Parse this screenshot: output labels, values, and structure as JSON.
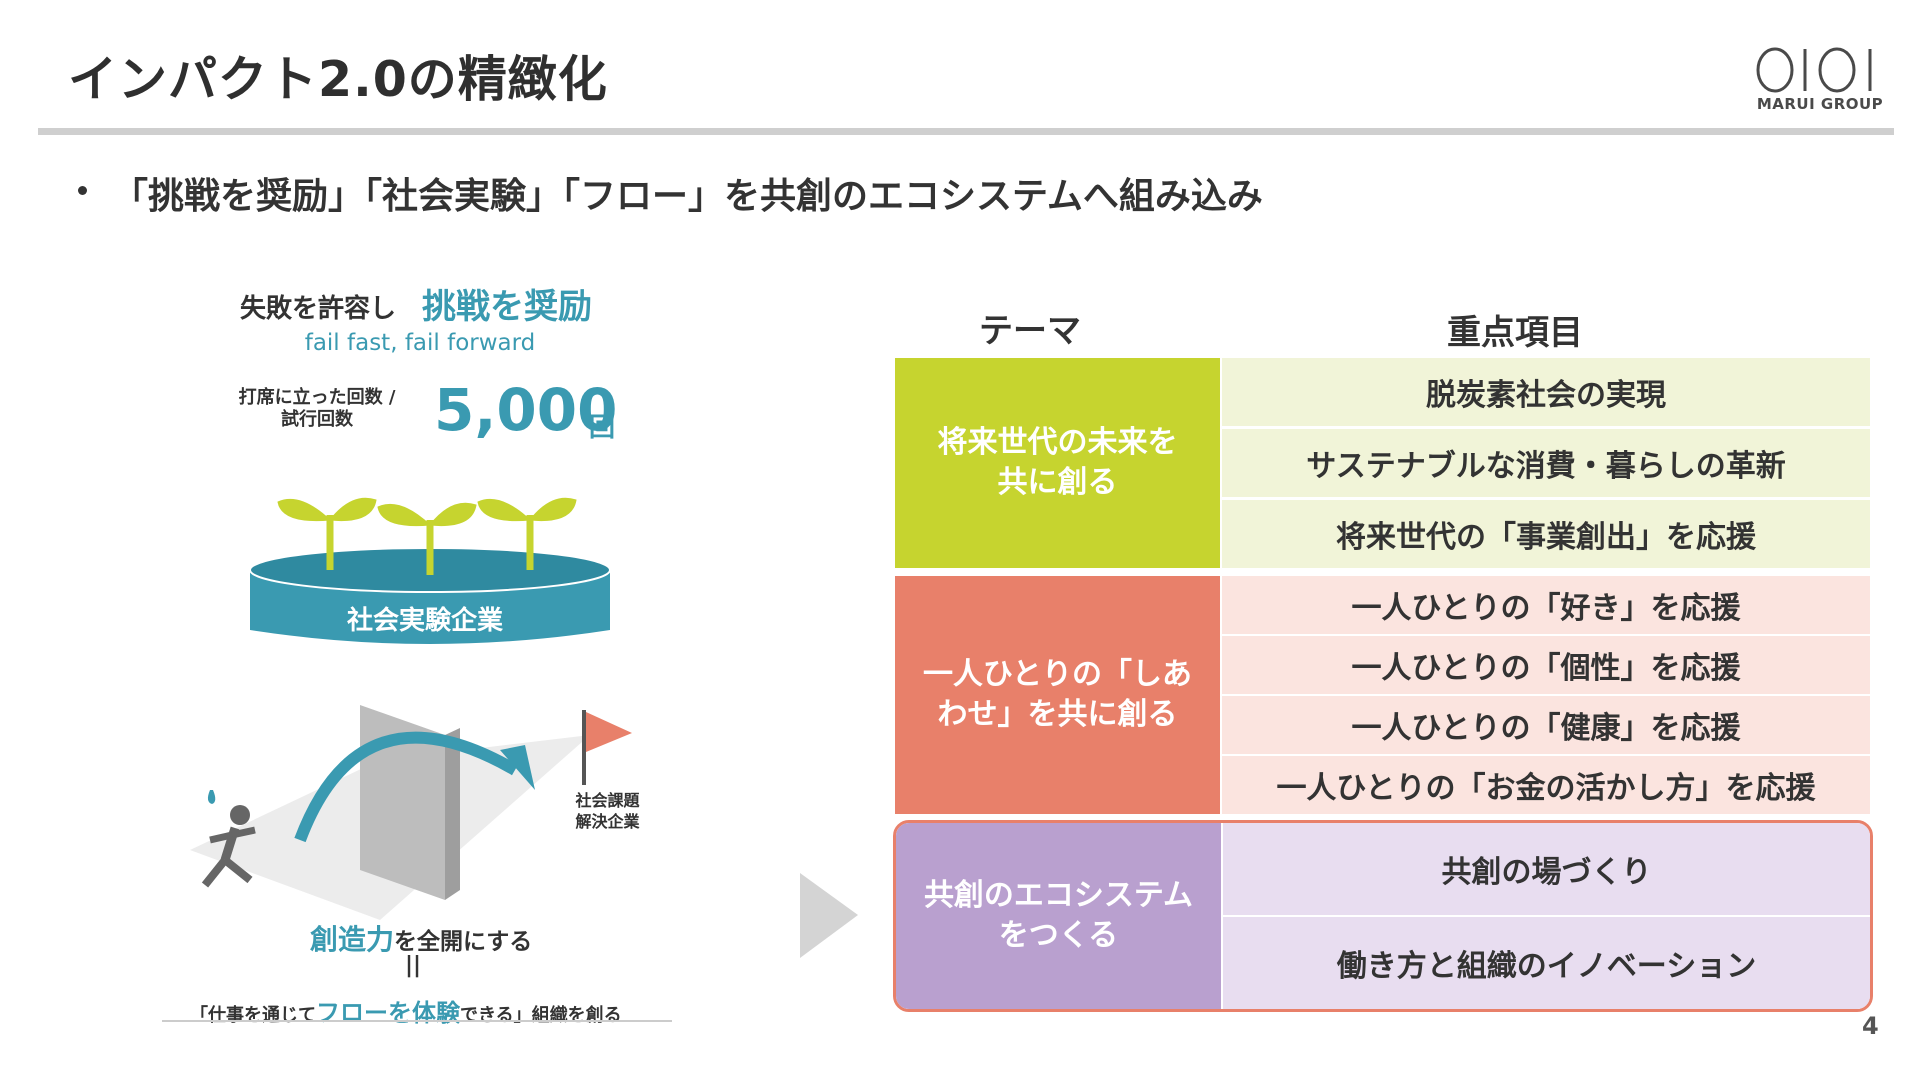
{
  "header": {
    "title": "インパクト2.0の精緻化",
    "logo_caption": "MARUI GROUP",
    "logo_icon": "oioi-logo-icon"
  },
  "bullet": "「挑戦を奨励」「社会実験」「フロー」を共創のエコシステムへ組み込み",
  "left_panel": {
    "heading_plain": "失敗を許容し",
    "heading_emphasis": "挑戦を奨励",
    "subheading": "fail fast, fail forward",
    "count_label_line1": "打席に立った回数 /",
    "count_label_line2": "試行回数",
    "count_value": "5,000",
    "count_unit": "回",
    "tub_label": "社会実験企業",
    "flag_label_line1": "社会課題",
    "flag_label_line2": "解決企業",
    "bottom_line1_emphasis": "創造力",
    "bottom_line1_rest": "を全開にする",
    "bottom_equals": "||",
    "bottom_line2_pre": "「仕事を通じて",
    "bottom_line2_emphasis": "フローを体験",
    "bottom_line2_post": "できる」組織を創る",
    "accent_color": "#3a9ab1"
  },
  "table": {
    "header_theme": "テーマ",
    "header_focus": "重点項目",
    "groups": [
      {
        "theme_line1": "将来世代の未来を",
        "theme_line2": "共に創る",
        "theme_color": "#c6d42f",
        "item_color": "#f1f4d8",
        "items": [
          "脱炭素社会の実現",
          "サステナブルな消費・暮らしの革新",
          "将来世代の「事業創出」を応援"
        ]
      },
      {
        "theme_line1": "一人ひとりの「しあ",
        "theme_line2": "わせ」を共に創る",
        "theme_color": "#e8806a",
        "item_color": "#fbe4df",
        "items": [
          "一人ひとりの「好き」を応援",
          "一人ひとりの「個性」を応援",
          "一人ひとりの「健康」を応援",
          "一人ひとりの「お金の活かし方」を応援"
        ]
      },
      {
        "theme_line1": "共創のエコシステム",
        "theme_line2": "をつくる",
        "theme_color": "#b9a0cf",
        "item_color": "#e8ddf0",
        "highlight_border": "#e8806a",
        "items": [
          "共創の場づくり",
          "働き方と組織のイノベーション"
        ]
      }
    ]
  },
  "page_number": "4"
}
